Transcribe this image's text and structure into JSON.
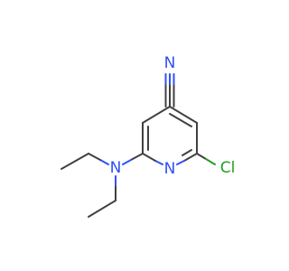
{
  "molecule": {
    "atoms": {
      "nitrile_n": {
        "symbol": "N",
        "color": "#3050f8"
      },
      "ring_n": {
        "symbol": "N",
        "color": "#3050f8"
      },
      "amine_n": {
        "symbol": "N",
        "color": "#3050f8"
      },
      "chlorine": {
        "symbol": "Cl",
        "color": "#1fa01f"
      }
    },
    "bond_color": "#404040"
  }
}
